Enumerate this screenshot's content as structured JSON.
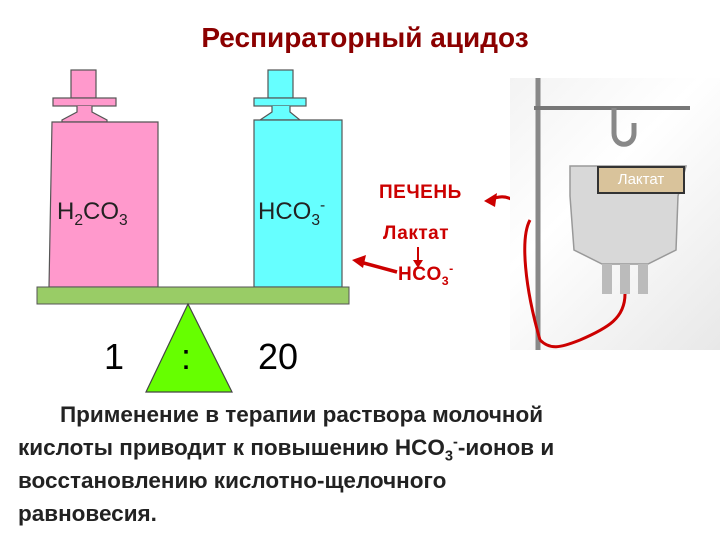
{
  "title": "Респираторный ацидоз",
  "left_bottle": {
    "formula_main": "H",
    "sub1": "2",
    "mid": "CO",
    "sub2": "3",
    "color": "#ff99cc"
  },
  "right_bottle": {
    "formula_main": "HCO",
    "sub": "3",
    "sup": "-",
    "color": "#66ffff"
  },
  "ratio": {
    "left": "1",
    "colon": ":",
    "right": "20"
  },
  "liver_label": "ПЕЧЕНЬ",
  "lactate_label": "Лактат",
  "bicarb_label": {
    "main": "HCO",
    "sub": "3",
    "sup": "-"
  },
  "bag_tag": "Лактат",
  "paragraph": {
    "line1": "Применение в терапии раствора  молочной",
    "line2_a": "кислоты приводит к повышению HCO",
    "line2_sub": "3",
    "line2_sup": "-",
    "line2_b": "-ионов и",
    "line3": "восстановлению кислотно-щелочного",
    "line4": "равновесия."
  },
  "colors": {
    "beam": "#99cc66",
    "triangle": "#66ff00",
    "arrow": "#cc0000",
    "title": "#8b0000"
  }
}
